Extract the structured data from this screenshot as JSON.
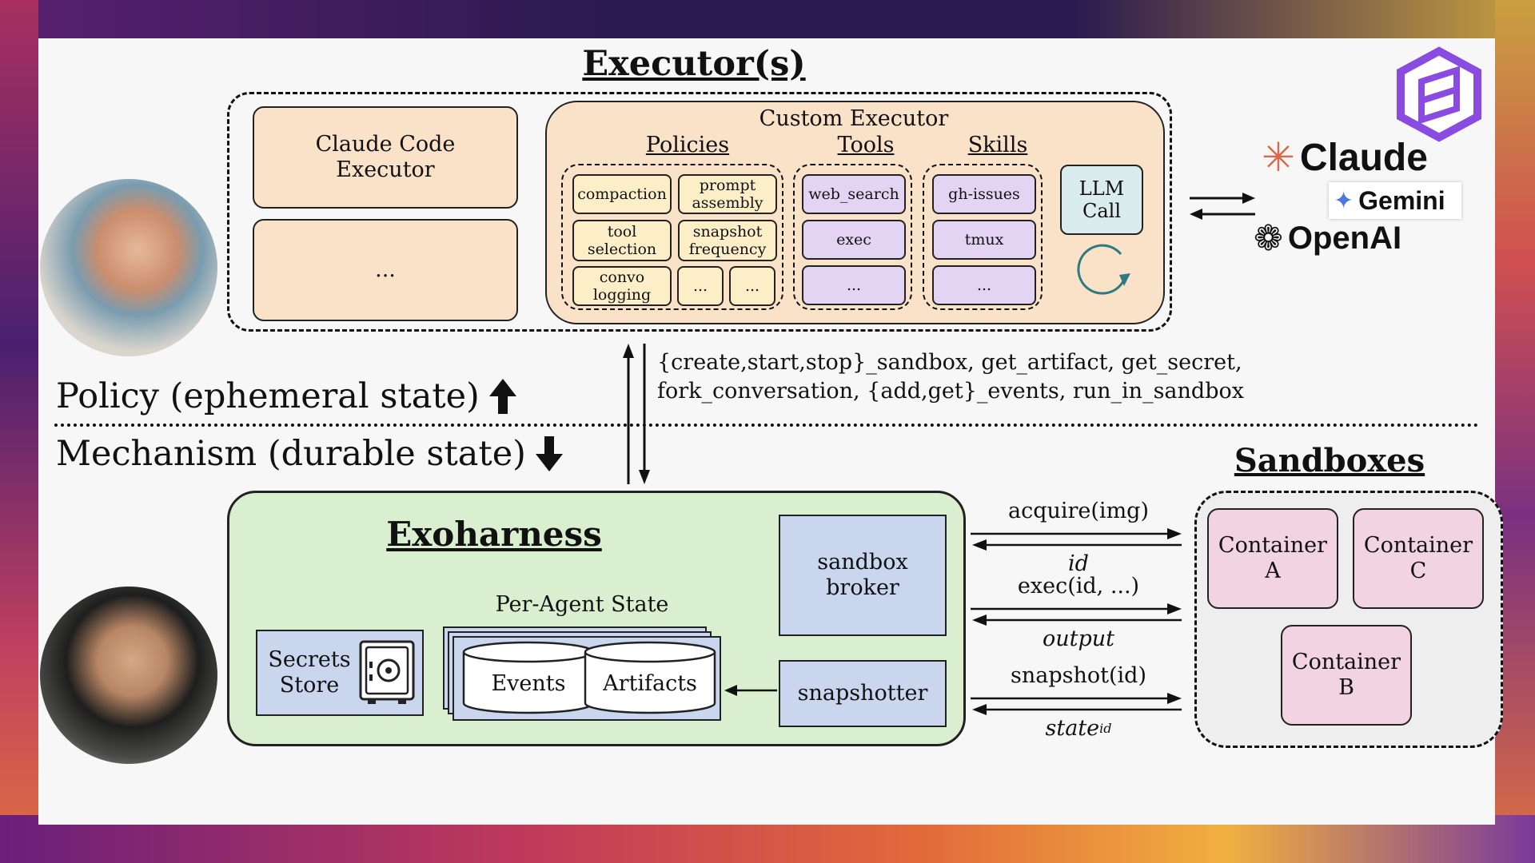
{
  "executors": {
    "title": "Executor(s)",
    "claude_code": "Claude Code\nExecutor",
    "ellipsis_box": "...",
    "custom": {
      "title": "Custom Executor",
      "policies_label": "Policies",
      "tools_label": "Tools",
      "skills_label": "Skills",
      "policies": [
        "compaction",
        "prompt\nassembly",
        "tool\nselection",
        "snapshot\nfrequency",
        "convo\nlogging",
        "...",
        "..."
      ],
      "tools": [
        "web_search",
        "exec",
        "..."
      ],
      "skills": [
        "gh-issues",
        "tmux",
        "..."
      ],
      "llm_call": "LLM\nCall"
    }
  },
  "providers": {
    "claude": "Claude",
    "gemini": "Gemini",
    "openai": "OpenAI"
  },
  "api_calls": "{create,start,stop}_sandbox, get_artifact, get_secret,\nfork_conversation, {add,get}_events, run_in_sandbox",
  "divider": {
    "policy": "Policy (ephemeral state)",
    "mechanism": "Mechanism (durable state)"
  },
  "exoharness": {
    "title": "Exoharness",
    "per_agent_state": "Per-Agent State",
    "events": "Events",
    "artifacts": "Artifacts",
    "secrets_store": "Secrets\nStore",
    "sandbox_broker": "sandbox\nbroker",
    "snapshotter": "snapshotter"
  },
  "interactions": {
    "acquire": "acquire(img)",
    "id": "id",
    "exec": "exec(id, ...)",
    "output": "output",
    "snapshot": "snapshot(id)",
    "state": "state",
    "state_sub": "id"
  },
  "sandboxes": {
    "title": "Sandboxes",
    "container_a": "Container\nA",
    "container_c": "Container\nC",
    "container_b": "Container\nB"
  }
}
